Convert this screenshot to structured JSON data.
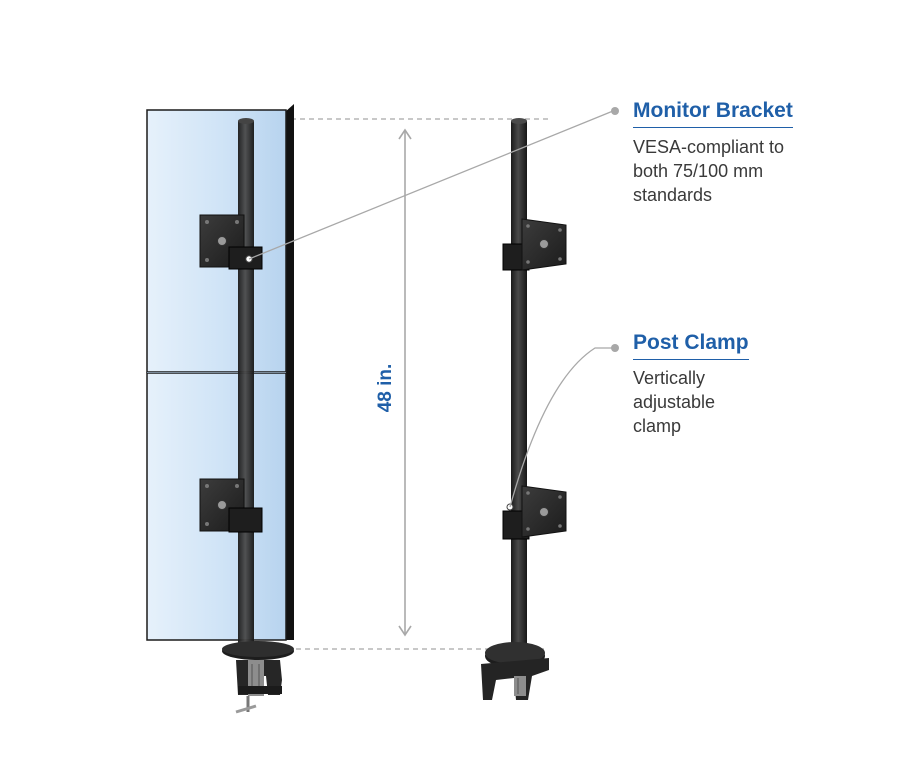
{
  "callouts": {
    "monitor_bracket": {
      "title": "Monitor Bracket",
      "lines": [
        "VESA-compliant to",
        "both 75/100 mm",
        "standards"
      ]
    },
    "post_clamp": {
      "title": "Post Clamp",
      "lines": [
        "Vertically",
        "adjustable",
        "clamp"
      ]
    }
  },
  "dimension": {
    "label": "48 in."
  },
  "colors": {
    "accent": "#1f5fa8",
    "text": "#3a3a3a",
    "metal": "#2b2b2b",
    "screen": "#cfe3f5",
    "guide": "#a8a8a8"
  }
}
